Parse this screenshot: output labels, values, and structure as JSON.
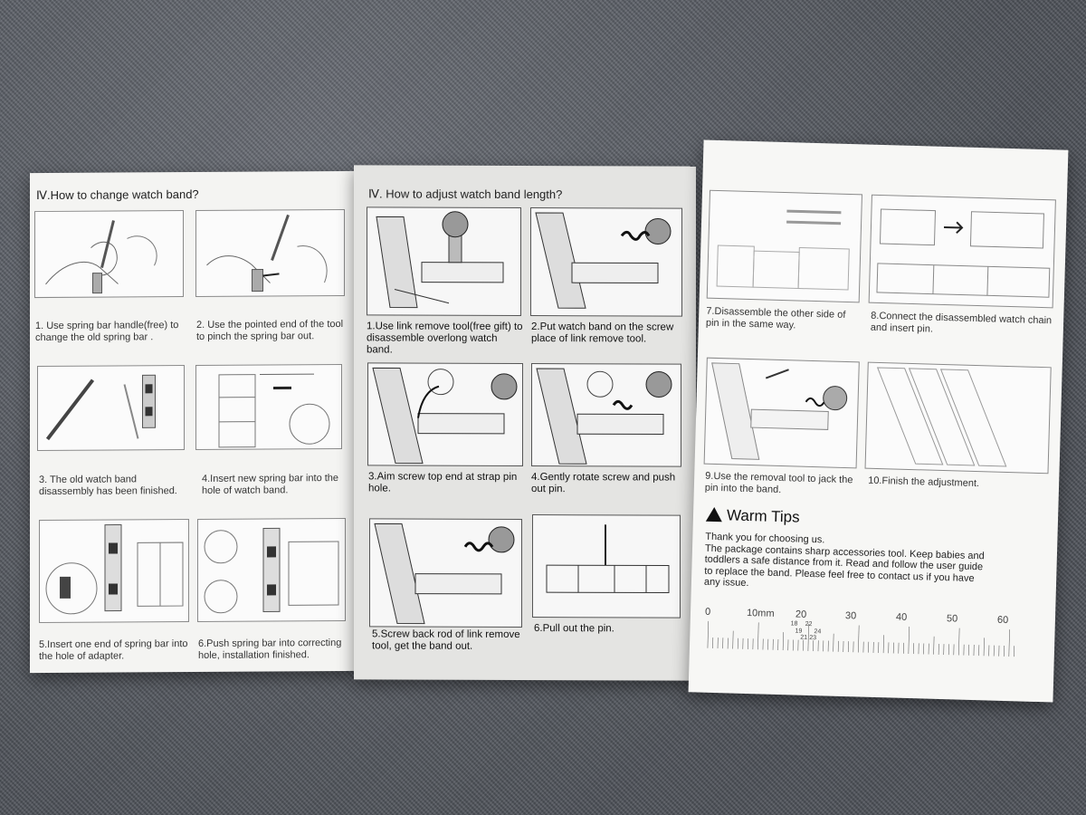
{
  "left_panel": {
    "title": "Ⅳ.How to change watch band?",
    "steps": [
      {
        "caption": "1. Use spring bar handle(free) to change the old spring bar ."
      },
      {
        "caption": "2. Use the pointed end of the tool to pinch the spring bar out."
      },
      {
        "caption": "3. The old watch band disassembly has been finished."
      },
      {
        "caption": "4.Insert new spring bar into the hole of watch band."
      },
      {
        "caption": "5.Insert one end of spring bar into the hole of adapter."
      },
      {
        "caption": "6.Push spring bar into correcting hole, installation finished."
      }
    ]
  },
  "middle_panel": {
    "title": "Ⅳ. How to adjust watch band length?",
    "steps": [
      {
        "caption": "1.Use link remove tool(free gift) to disassemble overlong watch band."
      },
      {
        "caption": "2.Put watch band on the screw place of link remove tool."
      },
      {
        "caption": "3.Aim screw top end at strap pin hole."
      },
      {
        "caption": "4.Gently rotate screw and push out pin."
      },
      {
        "caption": "5.Screw back rod of link remove tool, get the band out."
      },
      {
        "caption": "6.Pull out the pin."
      }
    ]
  },
  "right_panel": {
    "steps": [
      {
        "caption": "7.Disassemble the other side of pin in the same way."
      },
      {
        "caption": "8.Connect the disassembled watch chain and insert pin."
      },
      {
        "caption": "9.Use the removal tool to jack the pin into the band."
      },
      {
        "caption": "10.Finish the adjustment."
      }
    ],
    "warm_tips": {
      "icon": "warning-icon",
      "heading": "Warm Tips",
      "lines": [
        "Thank you for choosing us.",
        "The package contains sharp accessories tool. Keep babies and",
        "toddlers a safe distance from it. Read and follow the user guide",
        "to replace the band. Please feel free to contact us if you have",
        "any issue."
      ]
    },
    "ruler": {
      "labels": [
        "0",
        "10mm",
        "20",
        "30",
        "40",
        "50",
        "60"
      ],
      "small_labels": [
        "18",
        "19",
        "21",
        "22",
        "23",
        "24"
      ]
    }
  },
  "colors": {
    "paper": "#f4f4f2",
    "paper_shaded": "#e4e4e2",
    "fabric": "#5b5f66",
    "ink": "#222222"
  }
}
